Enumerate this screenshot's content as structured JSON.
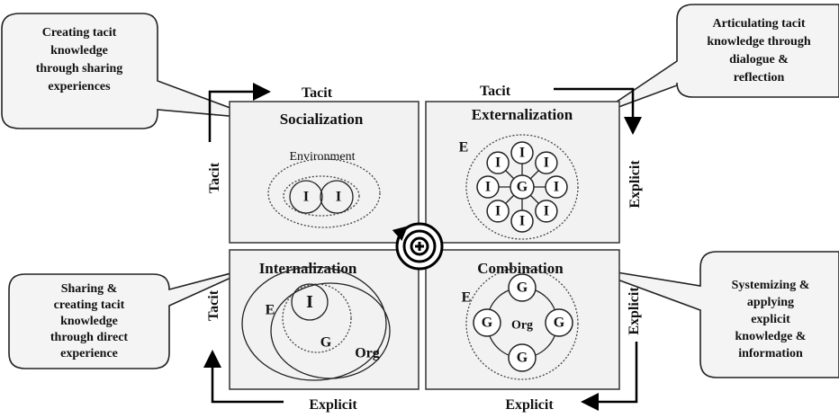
{
  "bubbles": {
    "socialization": [
      "Creating tacit",
      "knowledge",
      "through sharing",
      "experiences"
    ],
    "externalization": [
      "Articulating tacit",
      "knowledge through",
      "dialogue &",
      "reflection"
    ],
    "internalization": [
      "Sharing &",
      "creating tacit",
      "knowledge",
      "through direct",
      "experience"
    ],
    "combination": [
      "Systemizing &",
      "applying",
      "explicit",
      "knowledge &",
      "information"
    ]
  },
  "quadrants": {
    "socialization": {
      "title": "Socialization",
      "environment": "Environment",
      "node": "I"
    },
    "externalization": {
      "title": "Externalization",
      "env": "E",
      "center": "G",
      "node": "I"
    },
    "internalization": {
      "title": "Internalization",
      "env": "E",
      "individual": "I",
      "group": "G",
      "org": "Org"
    },
    "combination": {
      "title": "Combination",
      "env": "E",
      "center": "Org",
      "node": "G"
    }
  },
  "axes": {
    "top_left_top": "Tacit",
    "top_left_side": "Tacit",
    "top_right_top": "Tacit",
    "top_right_side": "Explicit",
    "bottom_right_side": "Explicit",
    "bottom_right_bottom": "Explicit",
    "bottom_left_bottom": "Explicit",
    "bottom_left_side": "Tacit"
  }
}
